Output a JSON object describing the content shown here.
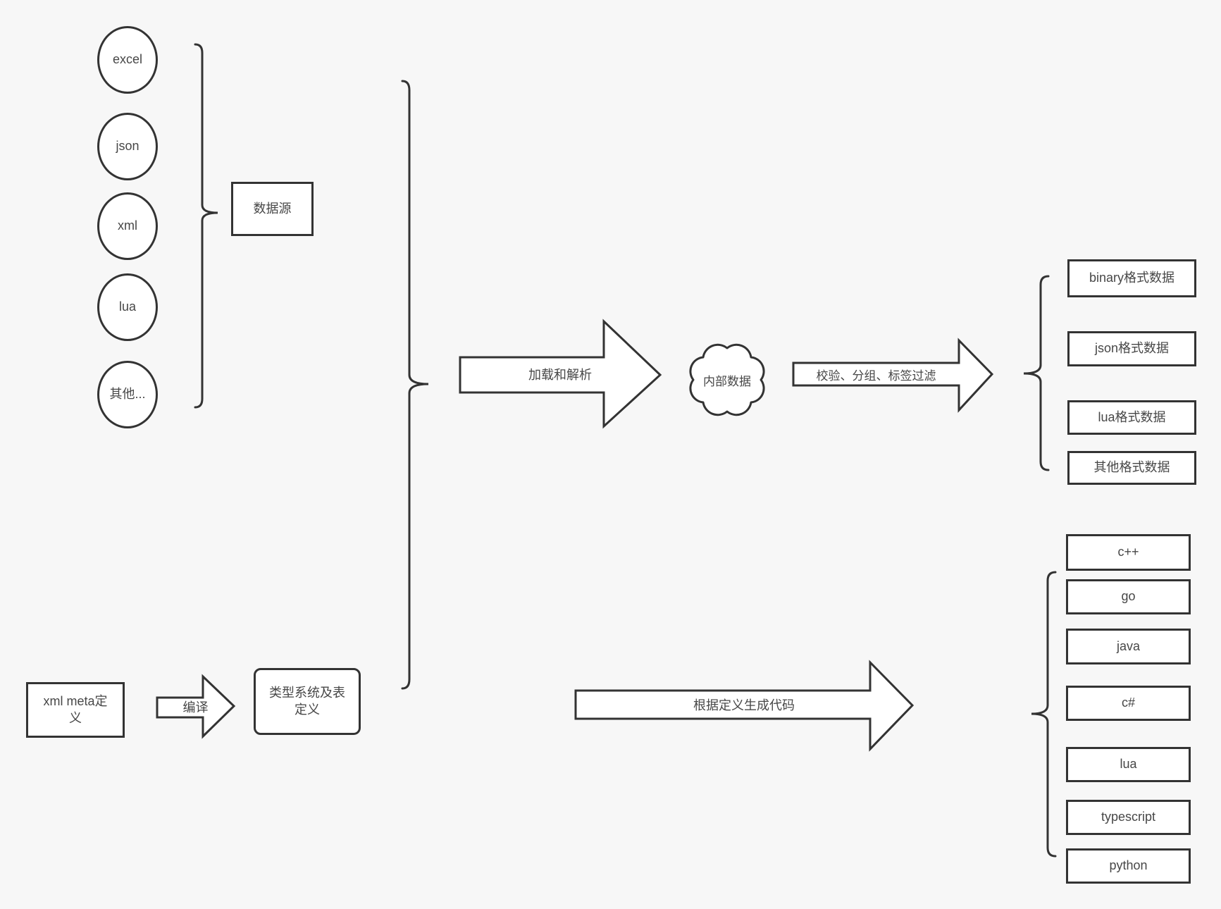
{
  "diagram": {
    "sources": {
      "circles": [
        "excel",
        "json",
        "xml",
        "lua",
        "其他..."
      ],
      "group_box": "数据源"
    },
    "pipeline": {
      "load_arrow": "加载和解析",
      "internal_data": "内部数据",
      "filter_arrow": "校验、分组、标签过滤",
      "formats": [
        "binary格式数据",
        "json格式数据",
        "lua格式数据",
        "其他格式数据"
      ]
    },
    "schema": {
      "xml_meta": "xml meta定\n义",
      "compile_arrow": "编译",
      "type_system": "类型系统及表\n定义",
      "codegen_arrow": "根据定义生成代码",
      "languages": [
        "c++",
        "go",
        "java",
        "c#",
        "lua",
        "typescript",
        "python"
      ]
    },
    "colors": {
      "background": "#f7f7f7",
      "stroke": "#333333",
      "shape_fill": "#ffffff",
      "text": "#474747"
    }
  }
}
